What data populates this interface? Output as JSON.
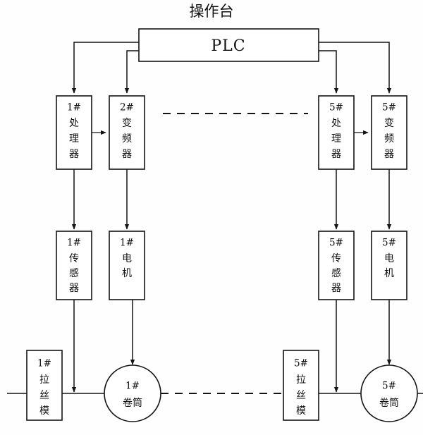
{
  "title": "操作台",
  "controller": {
    "label": "PLC",
    "name": "plc-unit"
  },
  "colors": {
    "line": "#141414",
    "box_fill": "#ffffff",
    "background": "#fefefe",
    "text": "#101010"
  },
  "columns": {
    "processor": {
      "id1": "1#",
      "id5": "5#",
      "name": "处理器"
    },
    "inverter": {
      "id1": "2#",
      "id5": "5#",
      "name": "变频器"
    },
    "sensor": {
      "id1": "1#",
      "id5": "5#",
      "name": "传感器"
    },
    "motor": {
      "id1": "1#",
      "id5": "5#",
      "name": "电机"
    },
    "die": {
      "id1": "1#",
      "id5": "5#",
      "name": "拉丝模"
    },
    "drum": {
      "id1": "1#",
      "id5": "5#",
      "name": "卷筒"
    }
  },
  "nodes": [
    {
      "key": "proc1",
      "id": "1#",
      "name": "处理器",
      "lines": [
        "1#",
        "处",
        "理",
        "器"
      ],
      "shape": "rect"
    },
    {
      "key": "inv1",
      "id": "2#",
      "name": "变频器",
      "lines": [
        "2#",
        "变",
        "频",
        "器"
      ],
      "shape": "rect"
    },
    {
      "key": "proc5",
      "id": "5#",
      "name": "处理器",
      "lines": [
        "5#",
        "处",
        "理",
        "器"
      ],
      "shape": "rect"
    },
    {
      "key": "inv5",
      "id": "5#",
      "name": "变频器",
      "lines": [
        "5#",
        "变",
        "频",
        "器"
      ],
      "shape": "rect"
    },
    {
      "key": "sensor1",
      "id": "1#",
      "name": "传感器",
      "lines": [
        "1#",
        "传",
        "感",
        "器"
      ],
      "shape": "rect"
    },
    {
      "key": "motor1",
      "id": "1#",
      "name": "电机",
      "lines": [
        "1#",
        "电",
        "机"
      ],
      "shape": "rect"
    },
    {
      "key": "sensor5",
      "id": "5#",
      "name": "传感器",
      "lines": [
        "5#",
        "传",
        "感",
        "器"
      ],
      "shape": "rect"
    },
    {
      "key": "motor5",
      "id": "5#",
      "name": "电机",
      "lines": [
        "5#",
        "电",
        "机"
      ],
      "shape": "rect"
    },
    {
      "key": "die1",
      "id": "1#",
      "name": "拉丝模",
      "lines": [
        "1#",
        "拉",
        "丝",
        "模"
      ],
      "shape": "rect"
    },
    {
      "key": "drum1",
      "id": "1#",
      "name": "卷筒",
      "lines": [
        "1#",
        "卷筒"
      ],
      "shape": "circle"
    },
    {
      "key": "die5",
      "id": "5#",
      "name": "拉丝模",
      "lines": [
        "5#",
        "拉",
        "丝",
        "模"
      ],
      "shape": "rect"
    },
    {
      "key": "drum5",
      "id": "5#",
      "name": "卷筒",
      "lines": [
        "5#",
        "卷筒"
      ],
      "shape": "circle"
    }
  ],
  "labels": {
    "proc1_l1": "1#",
    "proc1_l2": "处",
    "proc1_l3": "理",
    "proc1_l4": "器",
    "inv1_l1": "2#",
    "inv1_l2": "变",
    "inv1_l3": "频",
    "inv1_l4": "器",
    "proc5_l1": "5#",
    "proc5_l2": "处",
    "proc5_l3": "理",
    "proc5_l4": "器",
    "inv5_l1": "5#",
    "inv5_l2": "变",
    "inv5_l3": "频",
    "inv5_l4": "器",
    "sensor1_l1": "1#",
    "sensor1_l2": "传",
    "sensor1_l3": "感",
    "sensor1_l4": "器",
    "motor1_l1": "1#",
    "motor1_l2": "电",
    "motor1_l3": "机",
    "sensor5_l1": "5#",
    "sensor5_l2": "传",
    "sensor5_l3": "感",
    "sensor5_l4": "器",
    "motor5_l1": "5#",
    "motor5_l2": "电",
    "motor5_l3": "机",
    "die1_l1": "1#",
    "die1_l2": "拉",
    "die1_l3": "丝",
    "die1_l4": "模",
    "drum1_l1": "1#",
    "drum1_l2": "卷筒",
    "die5_l1": "5#",
    "die5_l2": "拉",
    "die5_l3": "丝",
    "die5_l4": "模",
    "drum5_l1": "5#",
    "drum5_l2": "卷筒"
  },
  "connections": [
    {
      "from": "plc",
      "to": "proc1",
      "style": "solid",
      "arrow": true
    },
    {
      "from": "plc",
      "to": "inv1",
      "style": "solid",
      "arrow": true
    },
    {
      "from": "plc",
      "to": "proc5",
      "style": "solid",
      "arrow": true
    },
    {
      "from": "plc",
      "to": "inv5",
      "style": "solid",
      "arrow": true
    },
    {
      "from": "proc1",
      "to": "inv1",
      "style": "solid",
      "arrow": true
    },
    {
      "from": "proc5",
      "to": "inv5",
      "style": "solid",
      "arrow": true
    },
    {
      "from": "proc1",
      "to": "sensor1",
      "style": "solid",
      "arrow": true
    },
    {
      "from": "inv1",
      "to": "motor1",
      "style": "solid",
      "arrow": true
    },
    {
      "from": "proc5",
      "to": "sensor5",
      "style": "solid",
      "arrow": true
    },
    {
      "from": "inv5",
      "to": "motor5",
      "style": "solid",
      "arrow": true
    },
    {
      "from": "sensor1",
      "to": "wire-line",
      "style": "solid",
      "arrow": true
    },
    {
      "from": "motor1",
      "to": "drum1",
      "style": "solid",
      "arrow": true
    },
    {
      "from": "sensor5",
      "to": "wire-line",
      "style": "solid",
      "arrow": true
    },
    {
      "from": "motor5",
      "to": "drum5",
      "style": "solid",
      "arrow": true
    },
    {
      "from": "die1",
      "to": "drum1",
      "style": "solid",
      "arrow": false
    },
    {
      "from": "drum1",
      "to": "die5",
      "style": "dashed",
      "arrow": false
    },
    {
      "from": "die5",
      "to": "drum5",
      "style": "solid",
      "arrow": false
    }
  ],
  "ellipsis": {
    "top_row": "dashed-separator",
    "bottom_row": "dashed-wire-run"
  }
}
